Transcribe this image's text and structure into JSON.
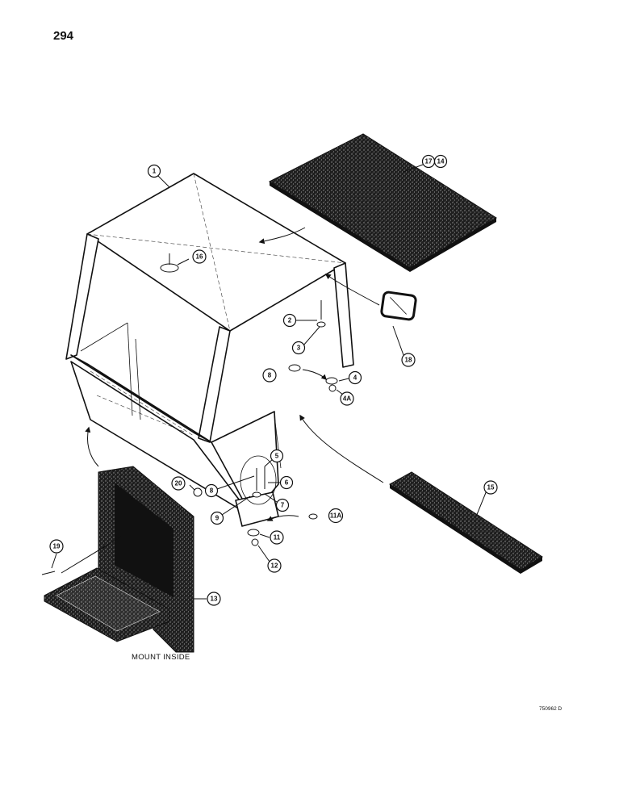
{
  "page": {
    "number": "294",
    "drawing_id": "750962 D"
  },
  "notes": {
    "mount_inside": "MOUNT INSIDE"
  },
  "callouts": [
    "1",
    "2",
    "3",
    "4",
    "4A",
    "5",
    "6",
    "7",
    "8",
    "9",
    "11",
    "11A",
    "12",
    "13",
    "14",
    "15",
    "16",
    "17",
    "18",
    "19",
    "20",
    "8"
  ],
  "colors": {
    "ink": "#111111",
    "felt": "#1e1e1e",
    "paper": "#ffffff"
  }
}
